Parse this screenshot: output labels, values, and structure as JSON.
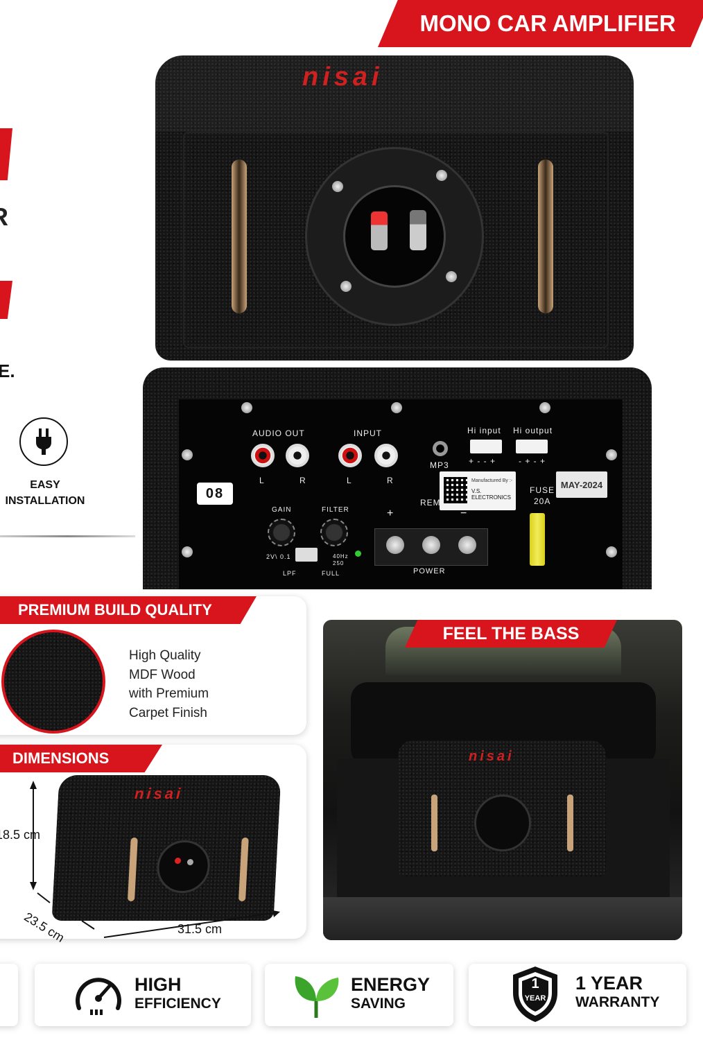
{
  "header": {
    "title": "MONO CAR AMPLIFIER"
  },
  "left_fragments": {
    "r": "R",
    "e": "E."
  },
  "easy_install": {
    "line1": "EASY",
    "line2": "INSTALLATION"
  },
  "box_front": {
    "brand": "nisai"
  },
  "amp_panel": {
    "audio_out": "AUDIO OUT",
    "input": "INPUT",
    "l1": "L",
    "r1": "R",
    "l2": "L",
    "r2": "R",
    "mp3": "MP3",
    "hi_input": "Hi input",
    "hi_output": "Hi output",
    "hi_in_pol": "+ - - +",
    "hi_out_pol": "- + - +",
    "badge": "08",
    "gain": "GAIN",
    "filter": "FILTER",
    "gain_range": "2V\\ 0.1",
    "filter_range": "40Hz\n250",
    "lpf": "LPF",
    "full": "FULL",
    "plus": "+",
    "rem": "REM",
    "minus": "−",
    "power": "POWER",
    "fuse": "FUSE",
    "fuse_rating": "20A",
    "date": "MAY-2024",
    "manufacturer_line1": "Manufactured By :-",
    "manufacturer_line2": "V.S. ELECTRONICS"
  },
  "premium": {
    "title": "PREMIUM BUILD QUALITY",
    "lines": [
      "High Quality",
      "MDF Wood",
      "with Premium",
      "Carpet Finish"
    ]
  },
  "dimensions": {
    "title": "DIMENSIONS",
    "height": "18.5 cm",
    "depth": "23.5 cm",
    "width": "31.5 cm",
    "brand": "nisai"
  },
  "bass": {
    "title": "FEEL THE BASS",
    "brand": "nisai"
  },
  "features": [
    {
      "icon": "speedometer-icon",
      "line1": "HIGH",
      "line2": "EFFICIENCY"
    },
    {
      "icon": "leaf-icon",
      "line1": "ENERGY",
      "line2": "SAVING"
    },
    {
      "icon": "shield-icon",
      "badge_num": "1",
      "badge_word": "YEAR",
      "line1": "1 YEAR",
      "line2": "WARRANTY"
    }
  ],
  "colors": {
    "accent": "#d8141c",
    "dark": "#151515",
    "text": "#111111"
  }
}
